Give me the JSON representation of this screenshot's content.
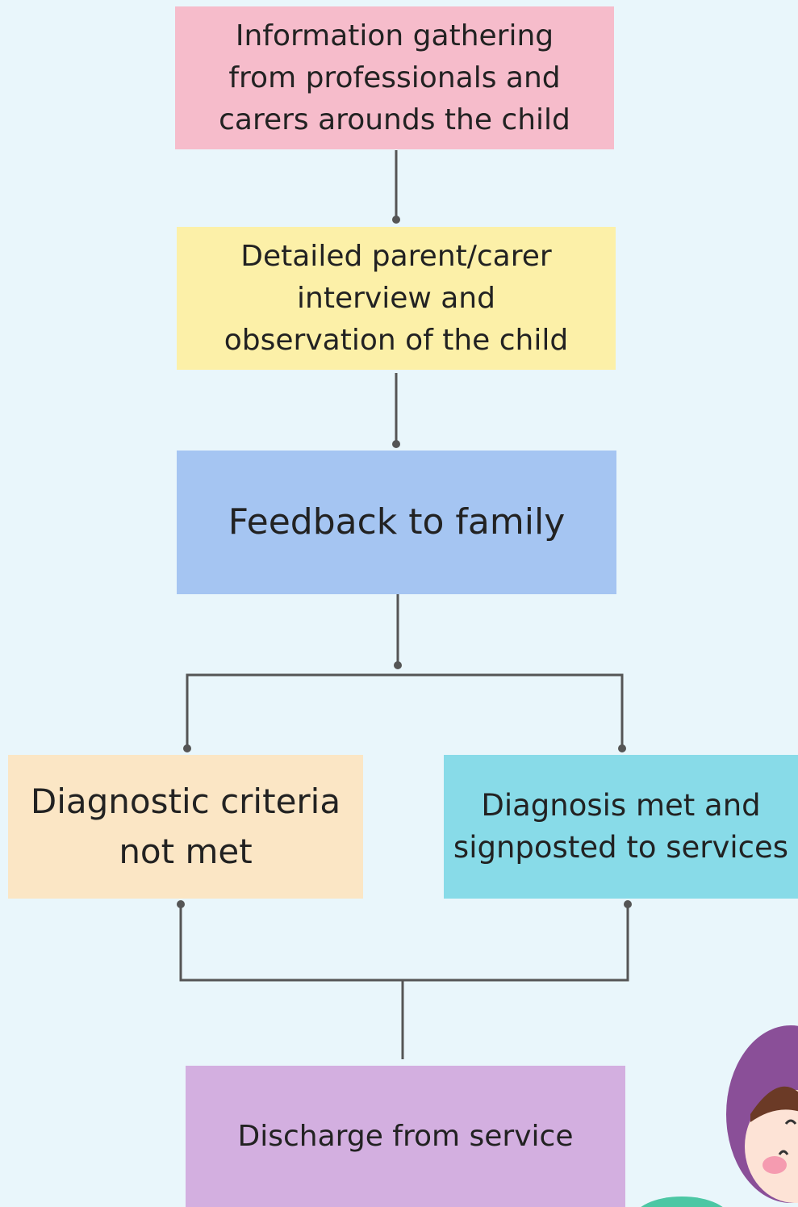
{
  "steps": {
    "info_gathering": "Information gathering\nfrom professionals and\ncarers arounds the child",
    "interview": "Detailed parent/carer\ninterview and\nobservation of the child",
    "feedback": "Feedback to family",
    "criteria_not_met": "Diagnostic criteria\nnot met",
    "diagnosis_met": "Diagnosis met and\nsignposted to services",
    "discharge": "Discharge from service"
  },
  "colors": {
    "background": "#e9f6fb",
    "info_gathering": "#f6bccb",
    "interview": "#fcf0a8",
    "feedback": "#a5c5f2",
    "criteria_not_met": "#fbe6c5",
    "diagnosis_met": "#88dbe8",
    "discharge": "#d3afe0",
    "connector": "#555555"
  }
}
